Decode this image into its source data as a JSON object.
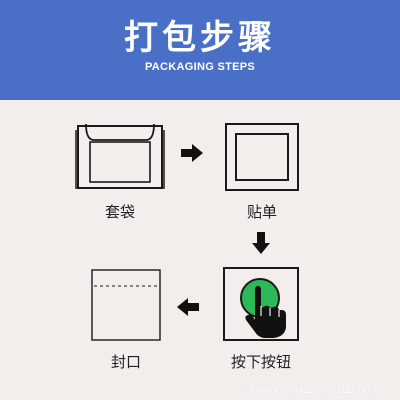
{
  "header": {
    "title": "打包步骤",
    "subtitle": "PACKAGING STEPS",
    "background_color": "#4a6fc6"
  },
  "steps": [
    {
      "label": "套袋",
      "icon": "bag-icon"
    },
    {
      "label": "贴单",
      "icon": "label-sheet-icon"
    },
    {
      "label": "按下按钮",
      "icon": "press-button-icon"
    },
    {
      "label": "封口",
      "icon": "sealed-bag-icon"
    }
  ],
  "arrows": {
    "right": "arrow-right-icon",
    "down": "arrow-down-icon",
    "left": "arrow-left-icon"
  },
  "button_color": "#2fb85a",
  "watermark": "shop063f6423306911660.com"
}
